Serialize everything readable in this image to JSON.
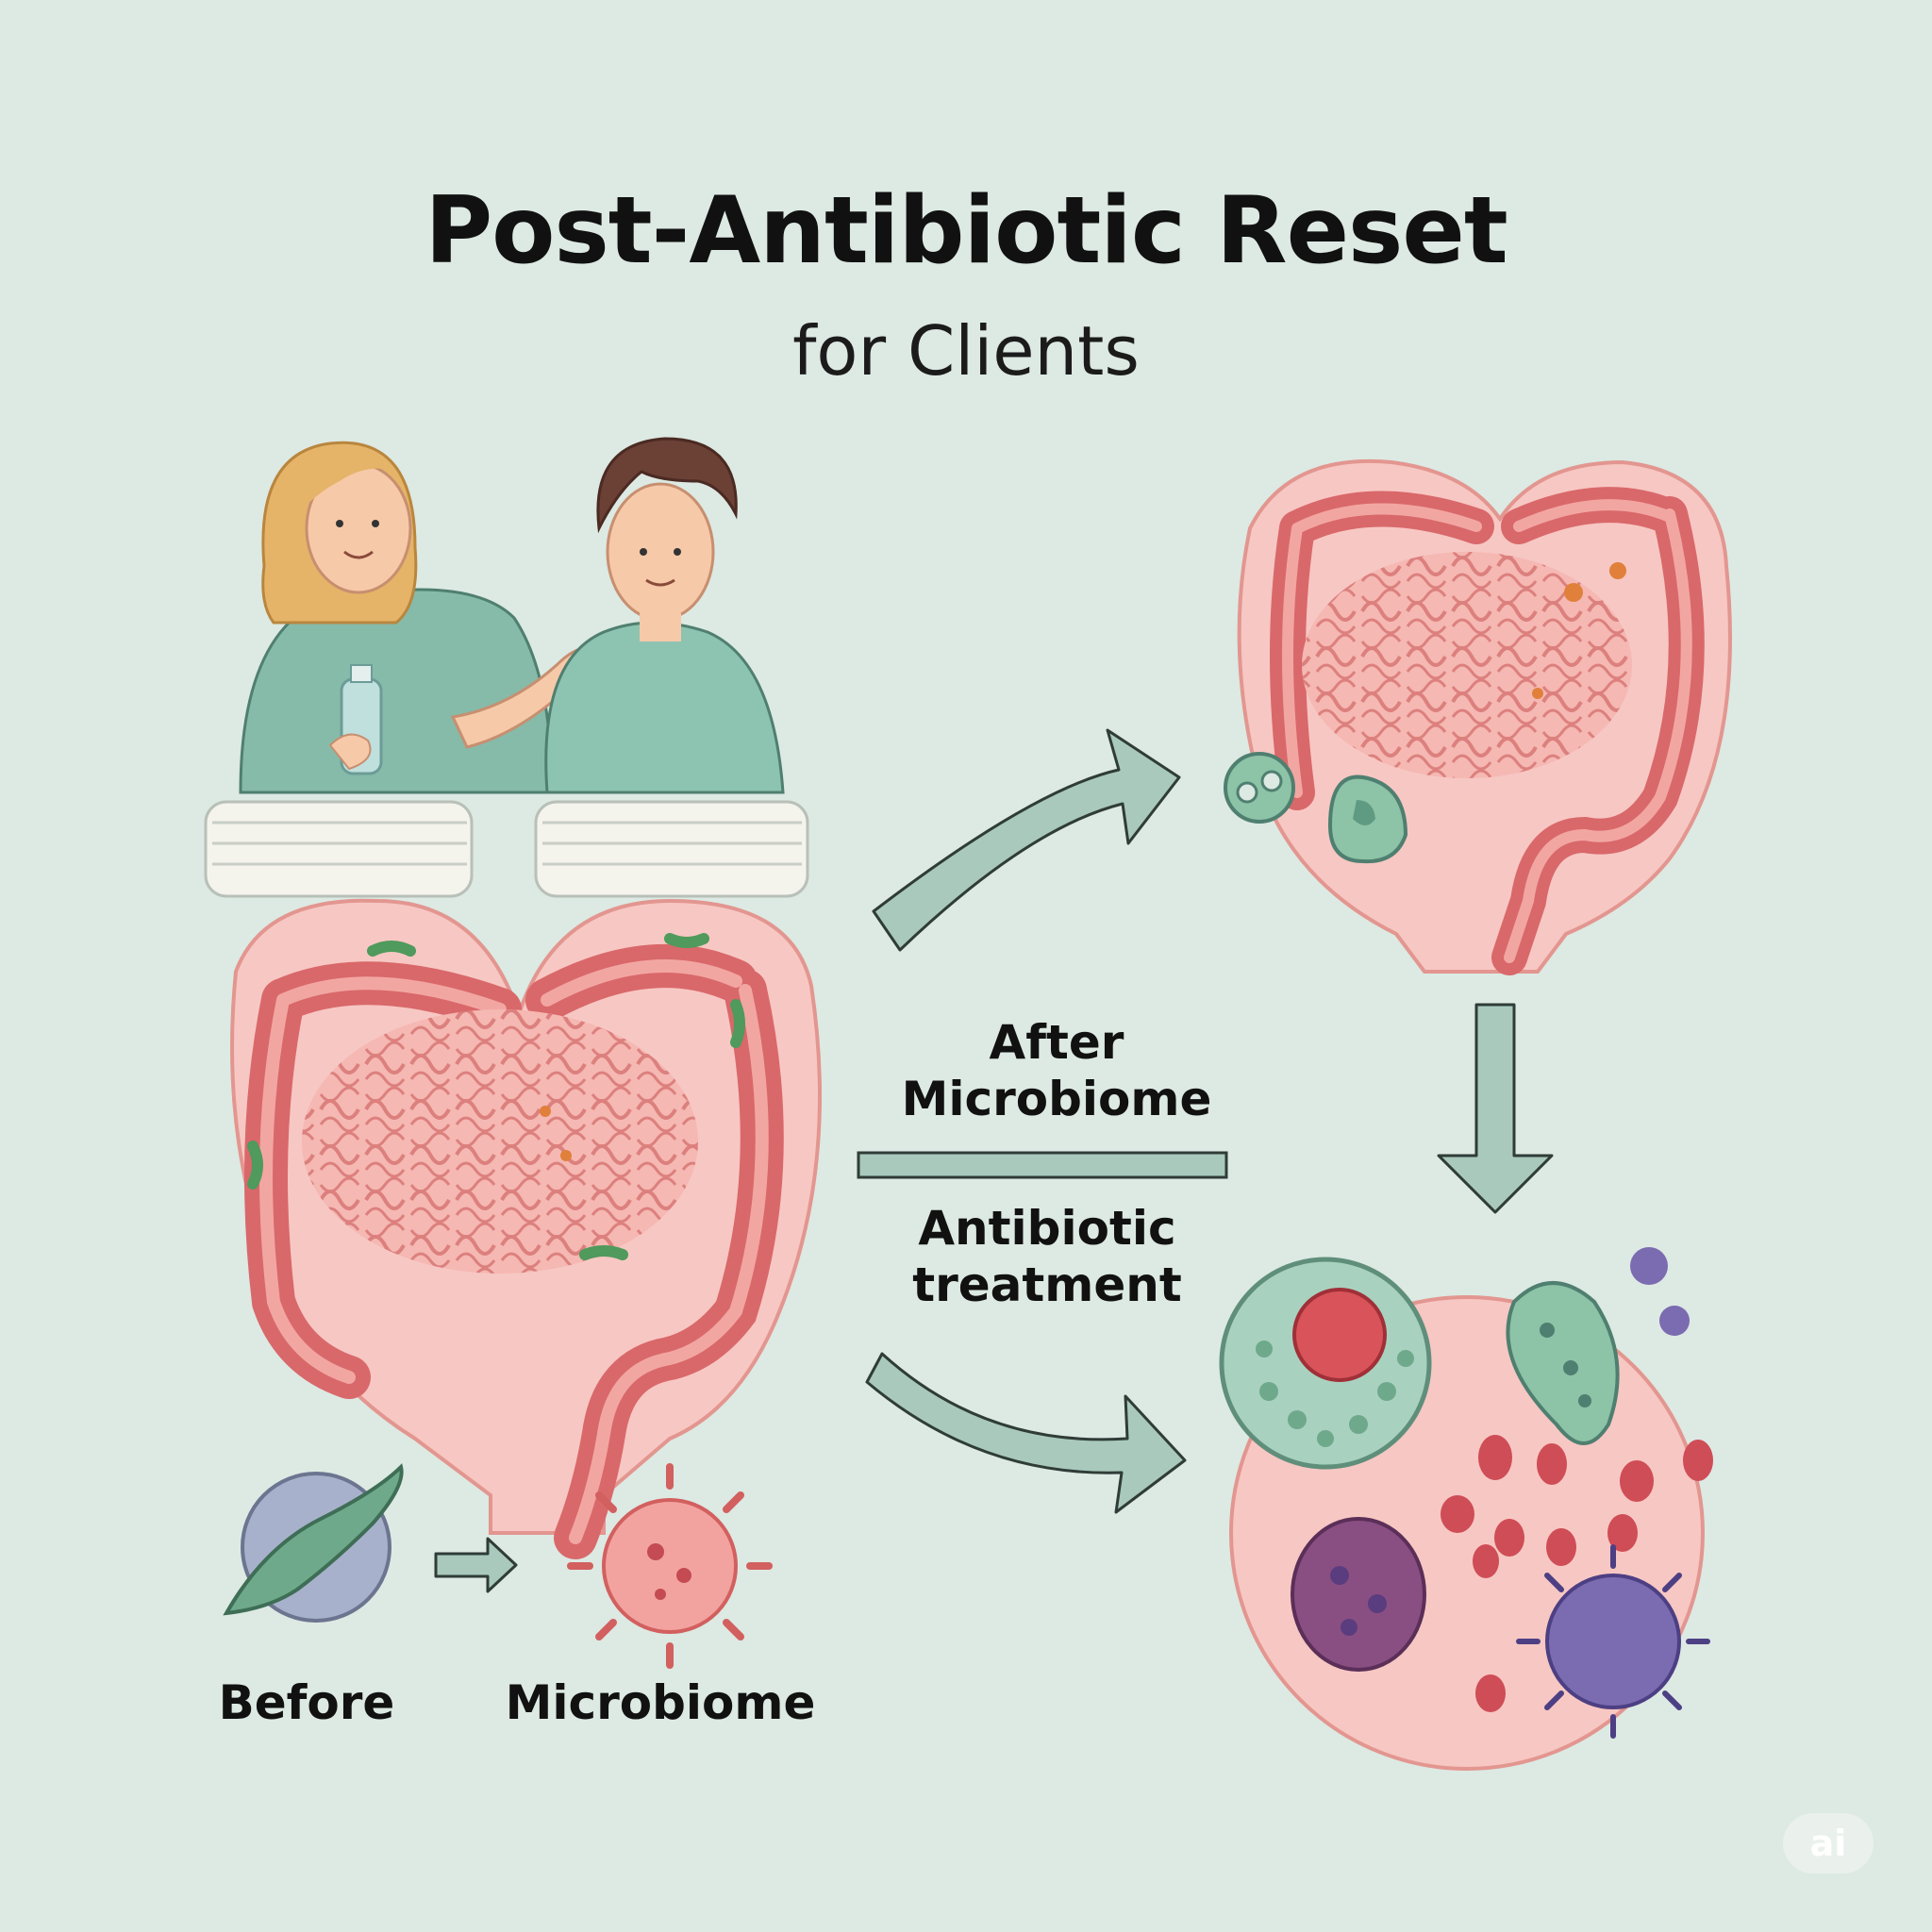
{
  "header": {
    "title": "Post-Antibiotic Reset",
    "subtitle": "for Clients"
  },
  "labels": {
    "middle_top": [
      "After",
      "Microbiome"
    ],
    "middle_bottom": [
      "Antibiotic",
      "treatment"
    ],
    "before": "Before",
    "microbiome": "Microbiome"
  },
  "badge": {
    "text": "ai"
  },
  "colors": {
    "background": "#dde9e3",
    "gut_outer": "#f7c7c3",
    "gut_wall": "#d9686a",
    "intestine_fill": "#f5b8b3",
    "arrow_fill": "#a9c9bd",
    "arrow_stroke": "#2f3c37",
    "scrub_green": "#86bba9",
    "microbe_green": "#6fa98c",
    "microbe_purple": "#8067b0",
    "red_cell": "#cf4d56"
  }
}
